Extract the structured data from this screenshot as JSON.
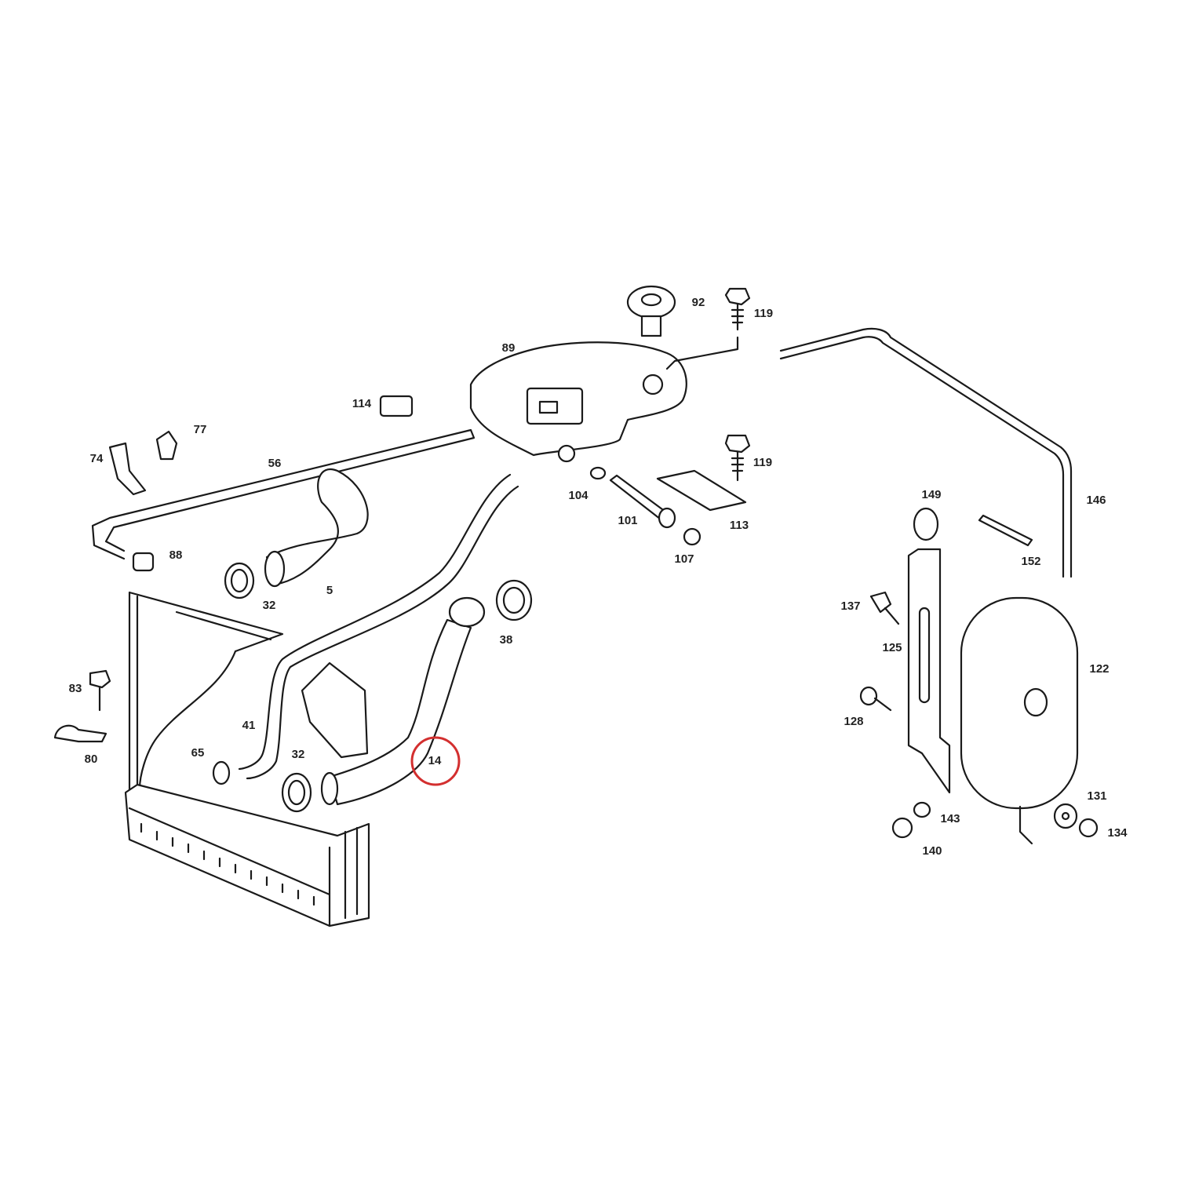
{
  "diagram": {
    "highlight_color": "#d32f2f",
    "highlighted_part": "14",
    "labels": {
      "p92": "92",
      "p119a": "119",
      "p89": "89",
      "p114": "114",
      "p77": "77",
      "p74": "74",
      "p56": "56",
      "p119b": "119",
      "p104": "104",
      "p101": "101",
      "p113": "113",
      "p107": "107",
      "p88": "88",
      "p32a": "32",
      "p5": "5",
      "p38": "38",
      "p83": "83",
      "p80": "80",
      "p41": "41",
      "p65": "65",
      "p32b": "32",
      "p14": "14",
      "p149": "149",
      "p146": "146",
      "p152": "152",
      "p137": "137",
      "p125": "125",
      "p122": "122",
      "p128": "128",
      "p131": "131",
      "p143": "143",
      "p140": "140",
      "p134": "134"
    }
  }
}
